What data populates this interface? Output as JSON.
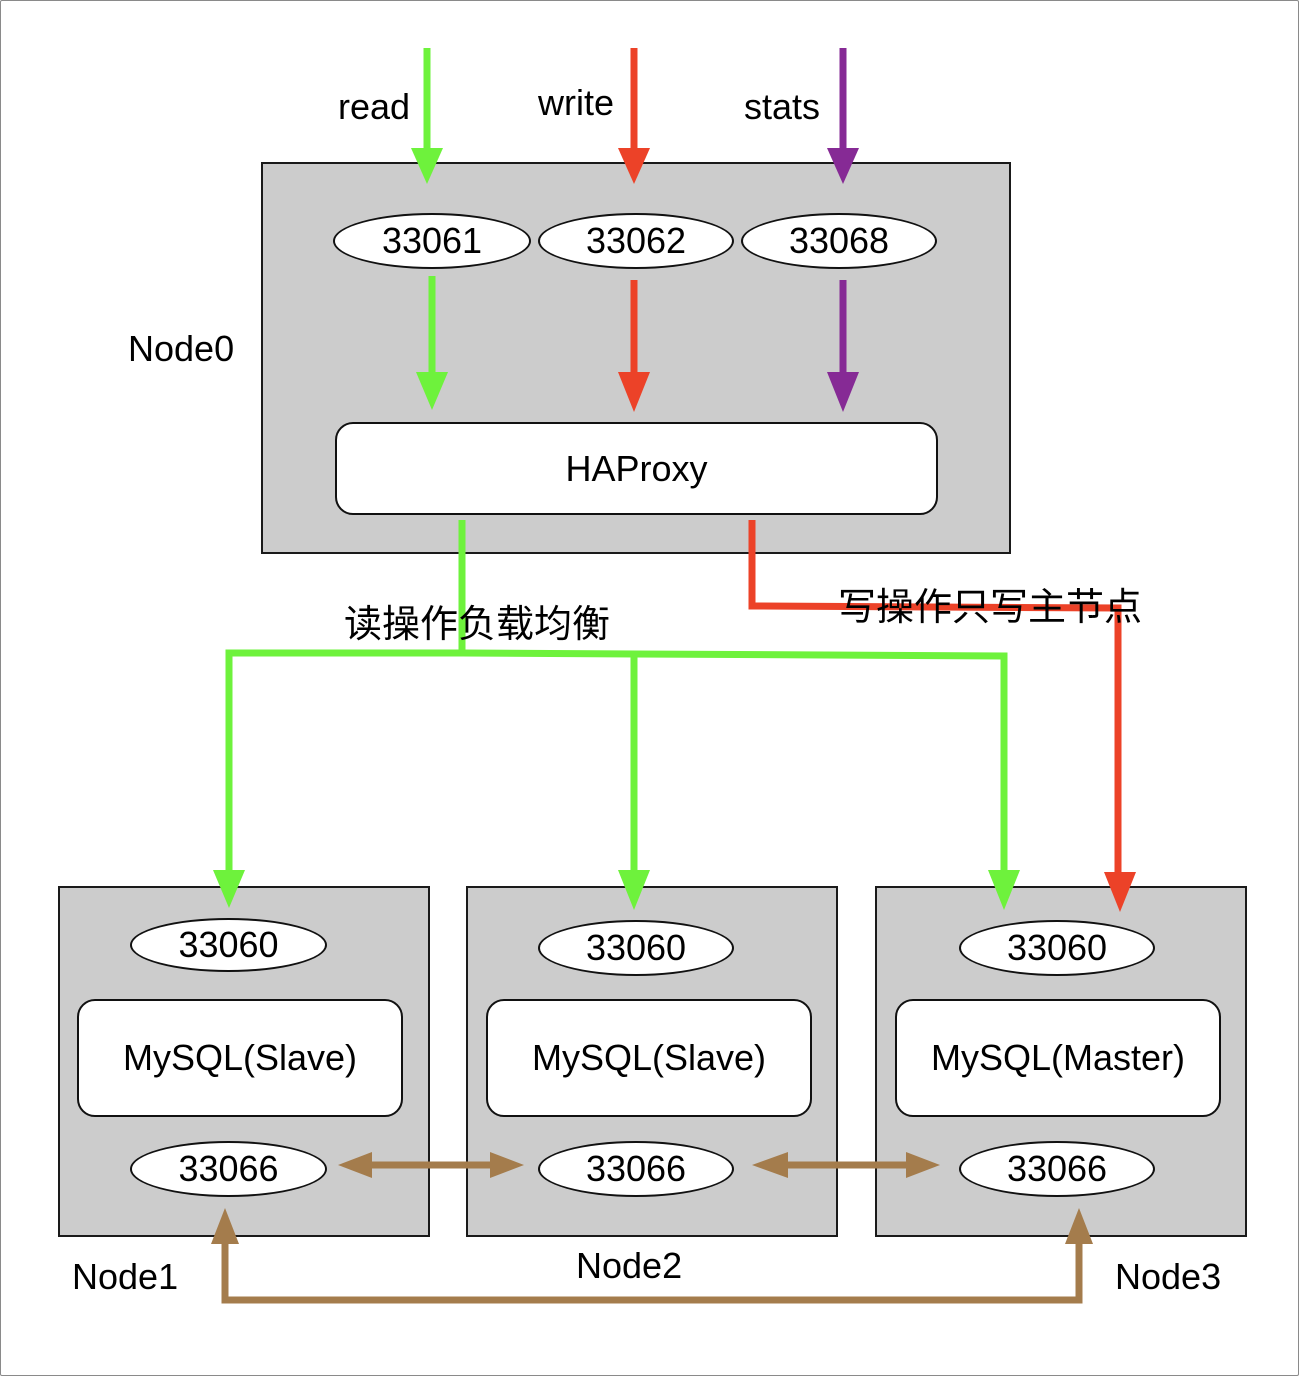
{
  "inputs": {
    "read_label": "read",
    "write_label": "write",
    "stats_label": "stats"
  },
  "node0": {
    "name": "Node0",
    "ports": [
      "33061",
      "33062",
      "33068"
    ],
    "proxy_label": "HAProxy"
  },
  "annotations": {
    "read_balance": "读操作负载均衡",
    "write_master": "写操作只写主节点"
  },
  "nodes": [
    {
      "name": "Node1",
      "client_port": "33060",
      "role_label": "MySQL(Slave)",
      "group_port": "33066"
    },
    {
      "name": "Node2",
      "client_port": "33060",
      "role_label": "MySQL(Slave)",
      "group_port": "33066"
    },
    {
      "name": "Node3",
      "client_port": "33060",
      "role_label": "MySQL(Master)",
      "group_port": "33066"
    }
  ],
  "colors": {
    "read": "#6ef23c",
    "write": "#ec4228",
    "stats": "#862a95",
    "replication": "#a47c4c",
    "box_fill": "#cccccc"
  }
}
